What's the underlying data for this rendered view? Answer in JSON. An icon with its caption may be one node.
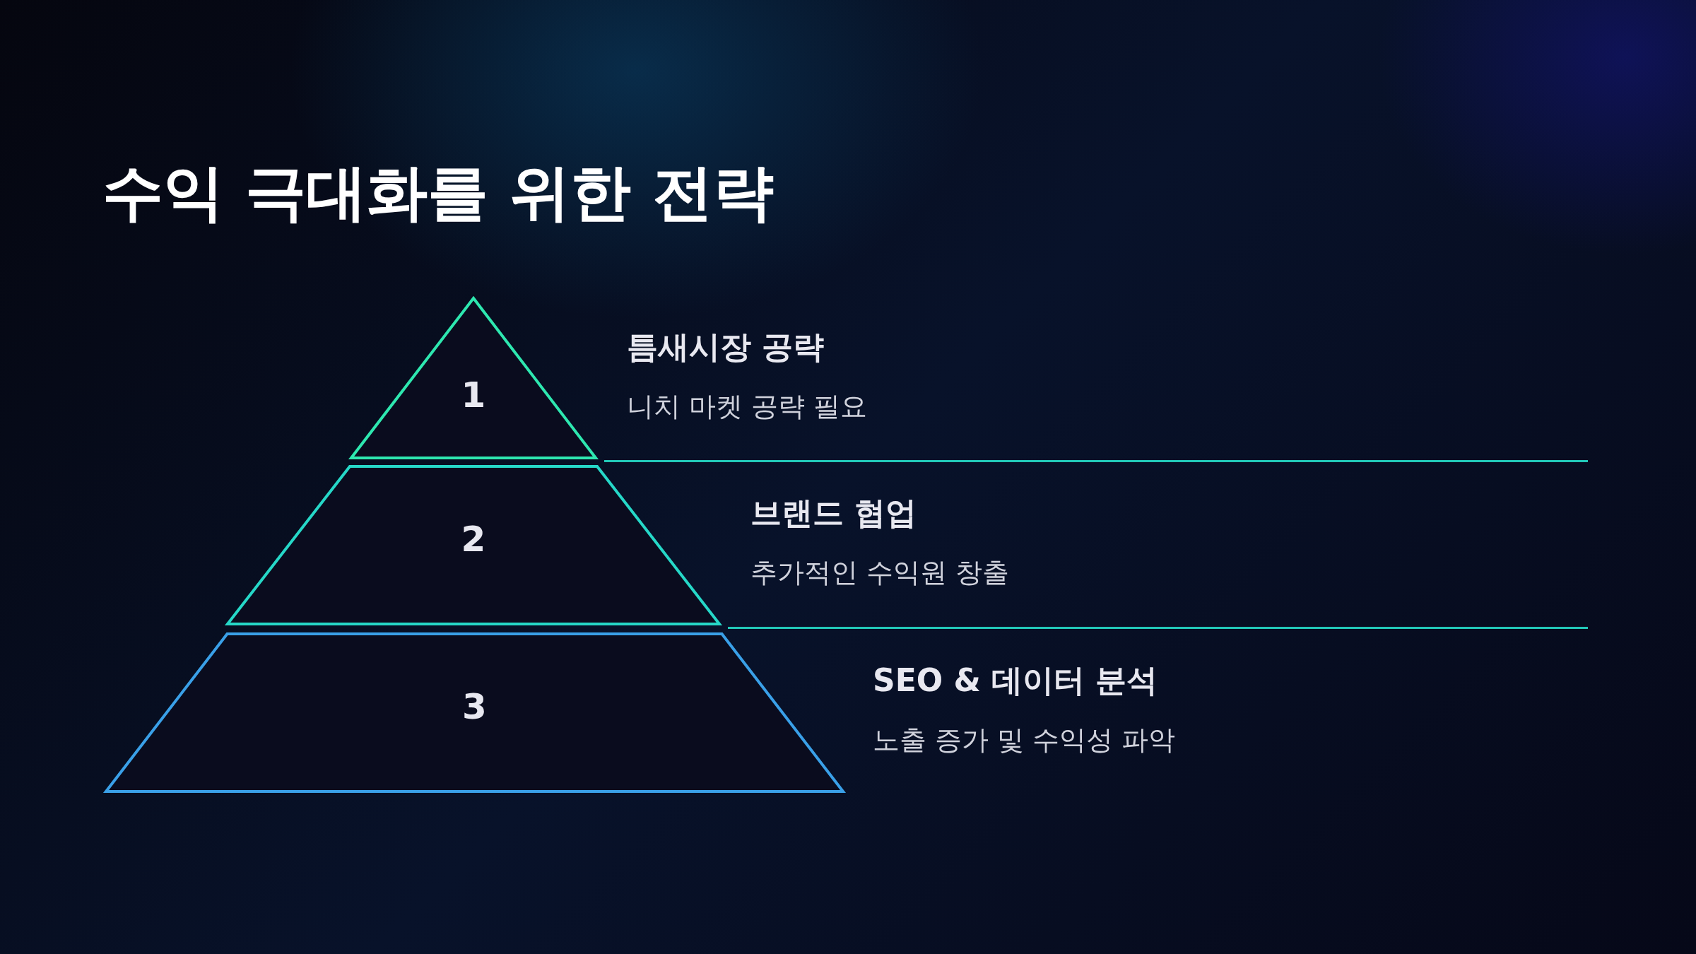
{
  "diagram": {
    "title": "수익 극대화를 위한 전략",
    "nodes": [
      {
        "text": [
          "1"
        ],
        "beside": [
          "틈새시장 공략",
          "니치 마켓 공략 필요"
        ]
      },
      {
        "text": [
          "2"
        ],
        "beside": [
          "브랜드 협업",
          "추가적인 수익원 창출"
        ]
      },
      {
        "text": [
          "3"
        ],
        "beside": [
          "SEO & 데이터 분석",
          "노출 증가 및 수익성 파악"
        ]
      }
    ],
    "edges": []
  }
}
